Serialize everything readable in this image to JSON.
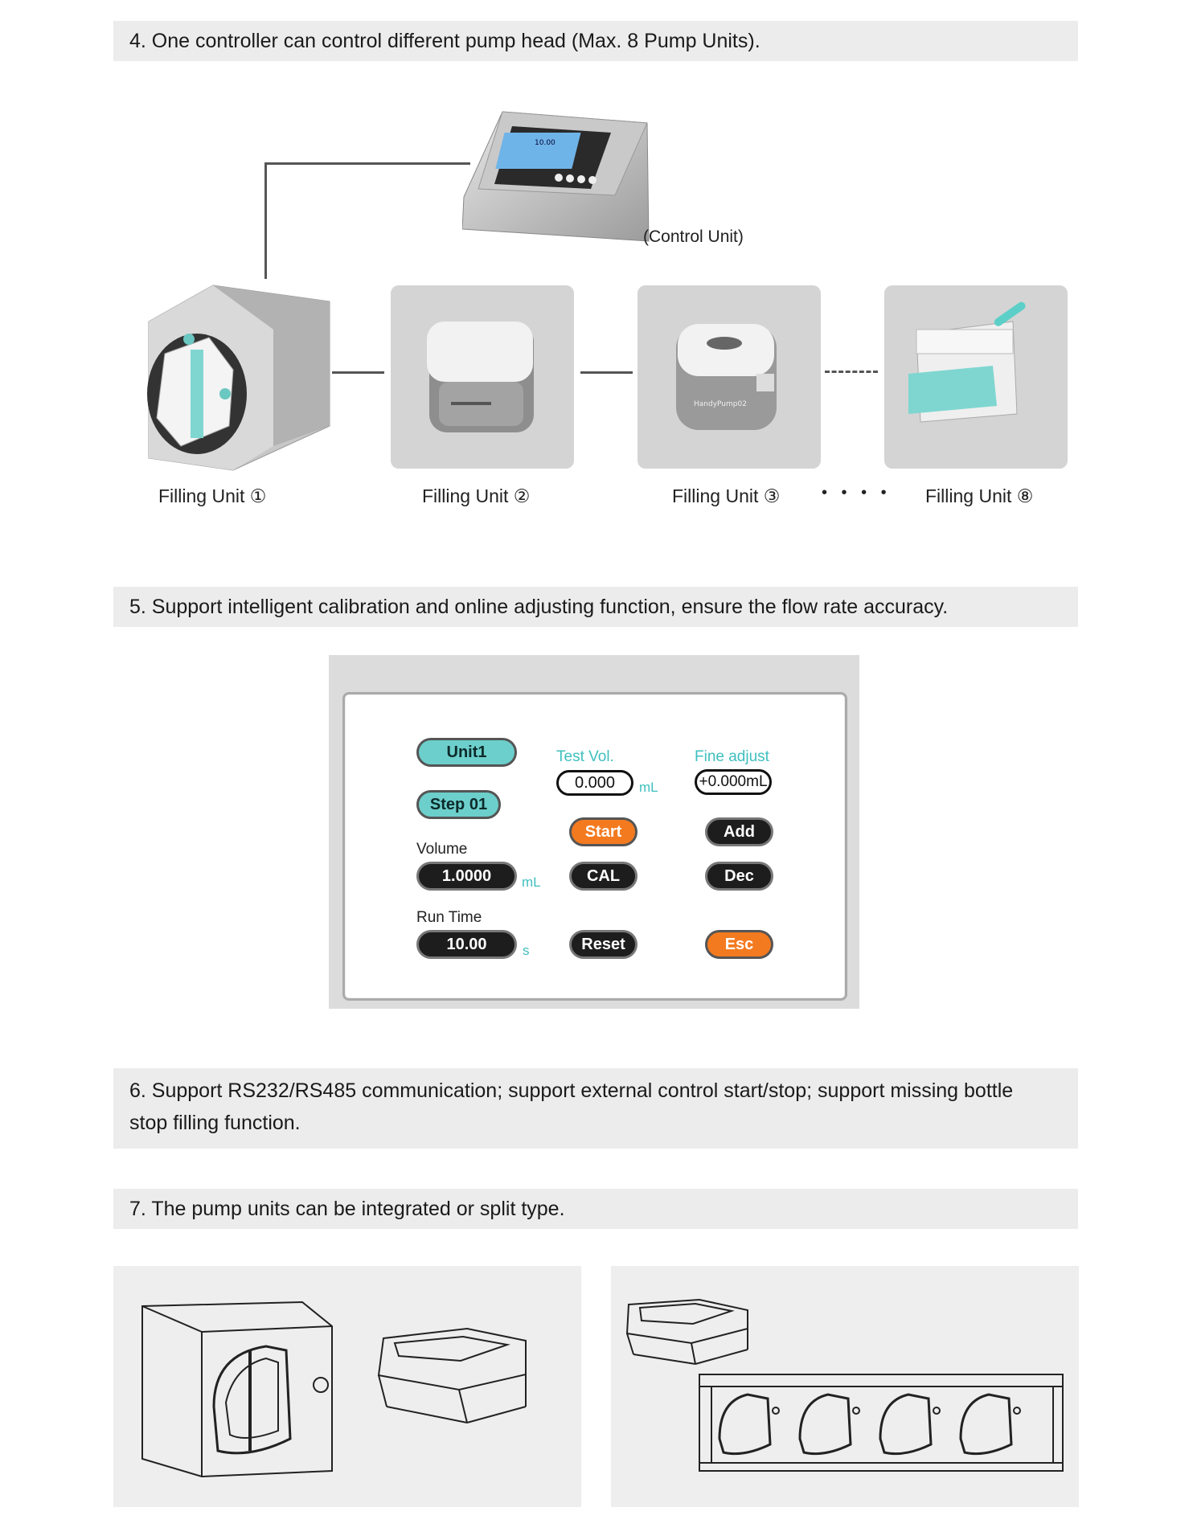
{
  "sections": {
    "s4": "4. One controller can control different pump head (Max. 8 Pump Units).",
    "s5": "5. Support intelligent calibration and online adjusting function, ensure the flow rate accuracy.",
    "s6_line1": "6. Support RS232/RS485 communication; support external control start/stop; support missing bottle",
    "s6_line2": "stop filling function.",
    "s7": "7. The pump units can be integrated or split type."
  },
  "diagram": {
    "control_unit_label": "(Control Unit)",
    "controller_screen_value": "10.00",
    "units": [
      {
        "label": "Filling Unit ①"
      },
      {
        "label": "Filling Unit ②"
      },
      {
        "label": "Filling Unit ③"
      },
      {
        "label": "Filling Unit ⑧"
      }
    ],
    "dots": "• • • •",
    "unit3_brand": "HandyPump02"
  },
  "calibration": {
    "unit_button": "Unit1",
    "step_button": "Step 01",
    "volume_label": "Volume",
    "volume_value": "1.0000",
    "volume_unit": "mL",
    "runtime_label": "Run Time",
    "runtime_value": "10.00",
    "runtime_unit": "s",
    "testvol_label": "Test Vol.",
    "testvol_value": "0.000",
    "testvol_unit": "mL",
    "fineadjust_label": "Fine adjust",
    "fineadjust_value": "+0.000mL",
    "start": "Start",
    "cal": "CAL",
    "reset": "Reset",
    "add": "Add",
    "dec": "Dec",
    "esc": "Esc"
  },
  "colors": {
    "teal": "#6ccfcb",
    "orange": "#f47a1f",
    "banner_bg": "#ececec"
  }
}
